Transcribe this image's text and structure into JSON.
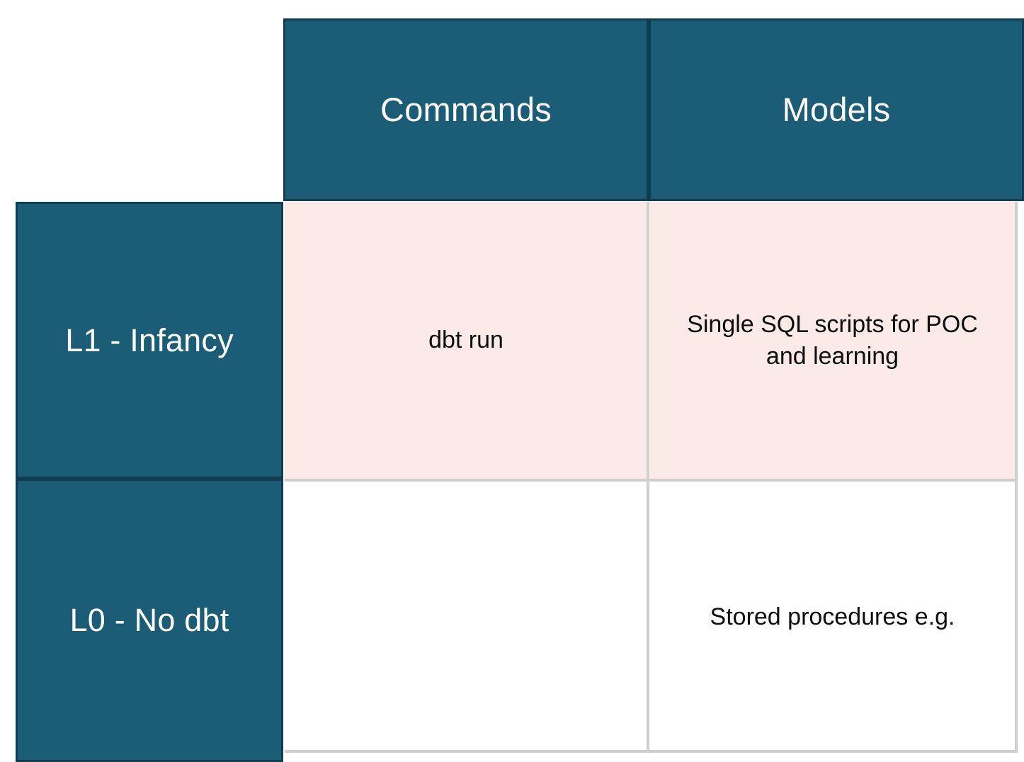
{
  "matrix": {
    "corner_cell_label": "",
    "column_headers": [
      {
        "id": "commands",
        "label": "Commands"
      },
      {
        "id": "models",
        "label": "Models"
      }
    ],
    "rows": [
      {
        "id": "l1",
        "header": "L1 - Infancy",
        "style": "highlight",
        "cells": [
          {
            "column": "commands",
            "text": "dbt run"
          },
          {
            "column": "models",
            "text": "Single SQL scripts for POC and learning"
          }
        ]
      },
      {
        "id": "l0",
        "header": "L0 - No dbt",
        "style": "plain",
        "cells": [
          {
            "column": "commands",
            "text": ""
          },
          {
            "column": "models",
            "text": "Stored procedures e.g."
          }
        ]
      }
    ]
  },
  "colors": {
    "header_teal": "#1b5c76",
    "header_border": "#123d50",
    "header_text": "#ffffff",
    "row_highlight": "#fbeae7",
    "row_plain": "#ffffff",
    "grid_line": "#cfcfcf",
    "body_text": "#0d0d0d",
    "page_background": "#ffffff"
  }
}
